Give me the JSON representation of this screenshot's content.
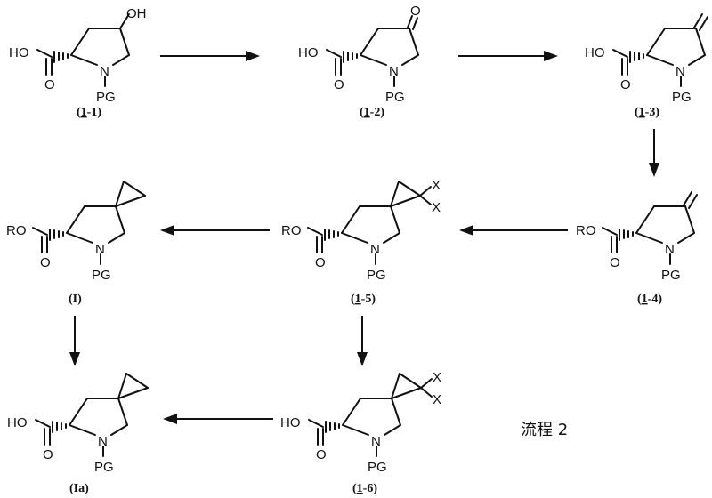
{
  "scheme_title": "流程 2",
  "atoms": {
    "oh": "OH",
    "ho": "HO",
    "ro": "RO",
    "o": "O",
    "n": "N",
    "pg": "PG",
    "x": "X"
  },
  "compounds": [
    {
      "id": "1-1",
      "label_prefix": "1",
      "label_suffix": "-1"
    },
    {
      "id": "1-2",
      "label_prefix": "1",
      "label_suffix": "-2"
    },
    {
      "id": "1-3",
      "label_prefix": "1",
      "label_suffix": "-3"
    },
    {
      "id": "1-4",
      "label_prefix": "1",
      "label_suffix": "-4"
    },
    {
      "id": "1-5",
      "label_prefix": "1",
      "label_suffix": "-5"
    },
    {
      "id": "I",
      "label": "(I)"
    },
    {
      "id": "1-6",
      "label_prefix": "1",
      "label_suffix": "-6"
    },
    {
      "id": "Ia",
      "label": "(Ia)"
    }
  ]
}
